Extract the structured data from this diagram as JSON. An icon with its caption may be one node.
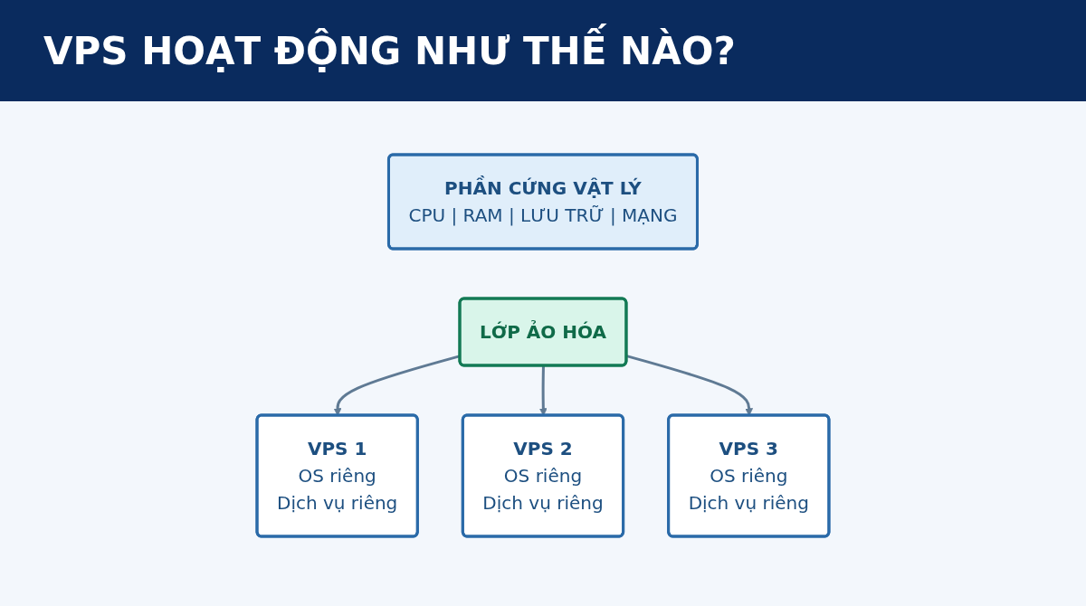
{
  "diagram": {
    "title": "VPS HOẠT ĐỘNG NHƯ THẾ NÀO?",
    "nodes": [
      {
        "text": [
          "PHẦN CỨNG VẬT LÝ",
          "CPU | RAM | LƯU TRỮ | MẠNG"
        ]
      },
      {
        "text": [
          "LỚP ẢO HÓA"
        ]
      },
      {
        "text": [
          "VPS 1",
          "OS riêng",
          "Dịch vụ riêng"
        ]
      },
      {
        "text": [
          "VPS 2",
          "OS riêng",
          "Dịch vụ riêng"
        ]
      },
      {
        "text": [
          "VPS 3",
          "OS riêng",
          "Dịch vụ riêng"
        ]
      }
    ],
    "edges": [
      {
        "from": 1,
        "to": 2,
        "arrow": "to"
      },
      {
        "from": 1,
        "to": 3,
        "arrow": "to"
      },
      {
        "from": 1,
        "to": 4,
        "arrow": "to"
      }
    ]
  }
}
